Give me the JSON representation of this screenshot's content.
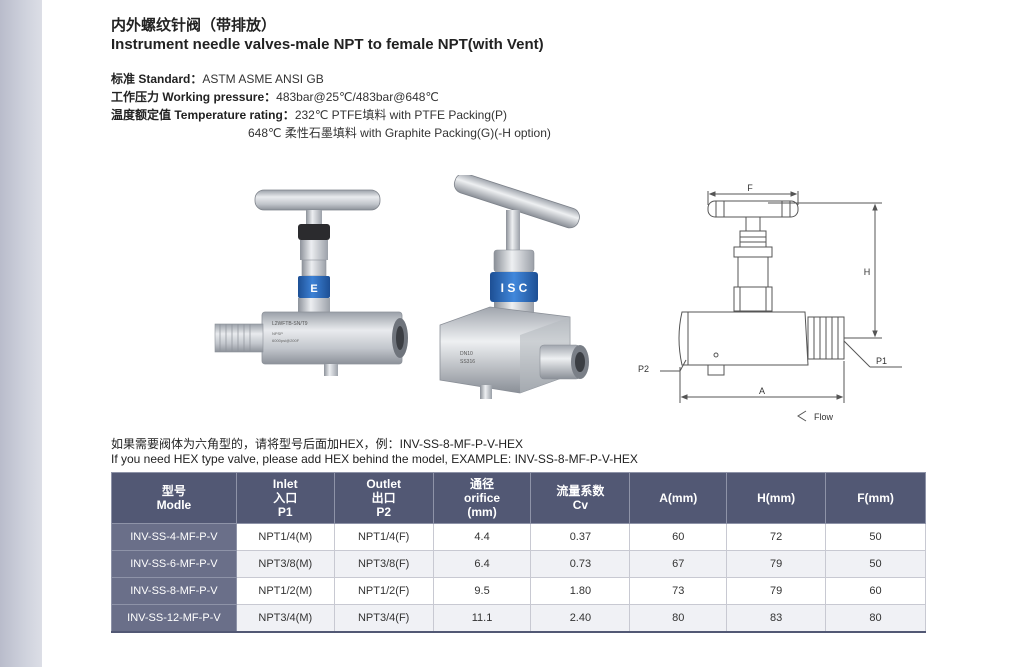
{
  "title": {
    "cn": "内外螺纹针阀（带排放）",
    "en": "Instrument needle valves-male NPT to female NPT(with Vent)"
  },
  "specs": {
    "standard_label": "标准 Standard：",
    "standard_value": "ASTM ASME ANSI GB",
    "pressure_label": "工作压力 Working pressure：",
    "pressure_value": "483bar@25℃/483bar@648℃",
    "temp_label": "温度额定值 Temperature rating：",
    "temp_value_1": "232℃ PTFE填料 with PTFE Packing(P)",
    "temp_value_2": "648℃ 柔性石墨填料 with Graphite Packing(G)(-H option)"
  },
  "photo1": {
    "band_letter": "E",
    "body_text_1": "L2WFTB-SN/T9",
    "body_text_2": "NPSP",
    "body_text_3": "6000psi@200F"
  },
  "photo2": {
    "band_letters": "I S C",
    "body_text_1": "DN10",
    "body_text_2": "SS316"
  },
  "diagram": {
    "dim_F": "F",
    "dim_H": "H",
    "dim_A": "A",
    "label_P1": "P1",
    "label_P2": "P2",
    "flow_label": "Flow"
  },
  "note": {
    "cn": "如果需要阀体为六角型的，请将型号后面加HEX，例：INV-SS-8-MF-P-V-HEX",
    "en": "If you need HEX type valve, please add HEX behind the model, EXAMPLE: INV-SS-8-MF-P-V-HEX"
  },
  "table": {
    "headers": [
      [
        "型号",
        "Modle"
      ],
      [
        "Inlet",
        "入口",
        "P1"
      ],
      [
        "Outlet",
        "出口",
        "P2"
      ],
      [
        "通径",
        "orifice",
        "(mm)"
      ],
      [
        "流量系数",
        "Cv"
      ],
      [
        "A(mm)"
      ],
      [
        "H(mm)"
      ],
      [
        "F(mm)"
      ]
    ],
    "rows": [
      [
        "INV-SS-4-MF-P-V",
        "NPT1/4(M)",
        "NPT1/4(F)",
        "4.4",
        "0.37",
        "60",
        "72",
        "50"
      ],
      [
        "INV-SS-6-MF-P-V",
        "NPT3/8(M)",
        "NPT3/8(F)",
        "6.4",
        "0.73",
        "67",
        "79",
        "50"
      ],
      [
        "INV-SS-8-MF-P-V",
        "NPT1/2(M)",
        "NPT1/2(F)",
        "9.5",
        "1.80",
        "73",
        "79",
        "60"
      ],
      [
        "INV-SS-12-MF-P-V",
        "NPT3/4(M)",
        "NPT3/4(F)",
        "11.1",
        "2.40",
        "80",
        "83",
        "80"
      ]
    ]
  },
  "colors": {
    "header_bg": "#525874",
    "model_bg": "#6a6f89",
    "band_blue": "#2f6fc0",
    "steel": "#c9ccd2"
  }
}
